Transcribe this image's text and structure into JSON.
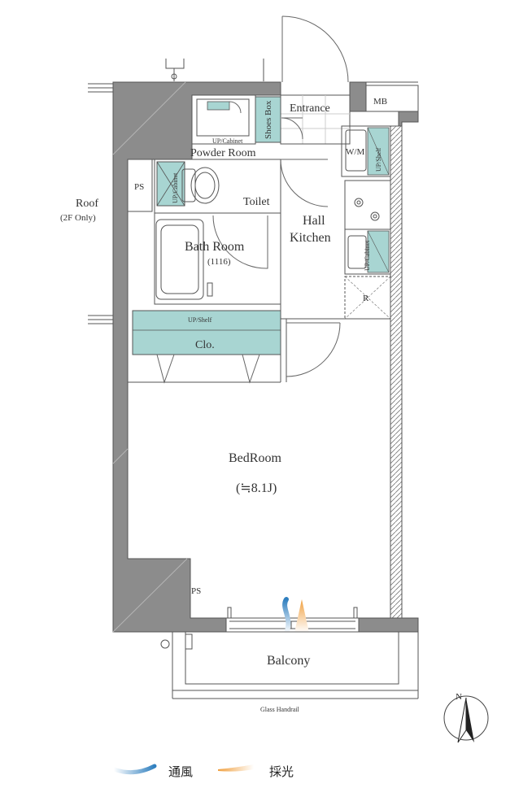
{
  "rooms": {
    "entrance": "Entrance",
    "mb": "MB",
    "shoes_box": "Shoes Box",
    "up_cabinet_powder": "UP/Cabinet",
    "powder_room": "Powder Room",
    "up_cabinet_toilet": "UP/Cabinet",
    "ps_upper": "PS",
    "toilet": "Toilet",
    "bath_room": "Bath Room",
    "bath_size": "(1116)",
    "hall": "Hall",
    "kitchen": "Kitchen",
    "wm": "W/M",
    "up_shelf_kitchen": "UP/Shelf",
    "up_cabinet_kitchen": "UP/Cabinet",
    "fridge": "R",
    "up_shelf_closet": "UP/Shelf",
    "closet": "Clo.",
    "bedroom": "BedRoom",
    "bedroom_size": "(≒8.1J)",
    "ps_lower": "PS",
    "balcony": "Balcony",
    "glass_handrail": "Glass Handrail"
  },
  "roof": {
    "label": "Roof",
    "note": "(2F Only)"
  },
  "compass": {
    "north": "N"
  },
  "legend": {
    "ventilation": "通風",
    "daylight": "採光"
  },
  "colors": {
    "wall": "#8c8c8c",
    "storage": "#a8d5d2",
    "wind": "#2f7fbf",
    "light": "#f0a040"
  },
  "icons": [
    "compass-icon",
    "wind-arrow-icon",
    "light-arrow-icon",
    "stove-icon",
    "toilet-icon",
    "bathtub-icon"
  ]
}
